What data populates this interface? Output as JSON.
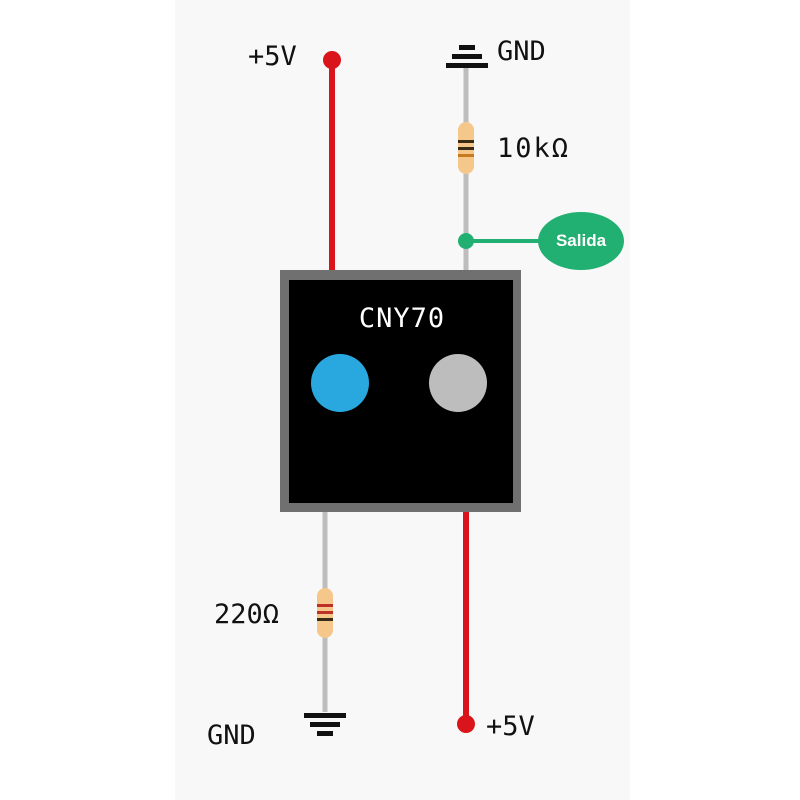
{
  "labels": {
    "vcc_top": "+5V",
    "gnd_top": "GND",
    "resistor_top": "10kΩ",
    "output": "Salida",
    "sensor": "CNY70",
    "resistor_bottom": "220Ω",
    "gnd_bottom": "GND",
    "vcc_bottom": "+5V"
  },
  "colors": {
    "power_wire": "#d9141b",
    "ground_wire": "#bdbdbd",
    "output_wire": "#22b072",
    "sensor_body": "#000000",
    "sensor_frame": "#707070",
    "emitter_led": "#29a8e0",
    "phototransistor": "#bdbdbd",
    "resistor_body": "#f6c78a"
  },
  "icons": [
    "ground-symbol",
    "ground-symbol",
    "resistor",
    "resistor",
    "power-terminal",
    "power-terminal"
  ]
}
